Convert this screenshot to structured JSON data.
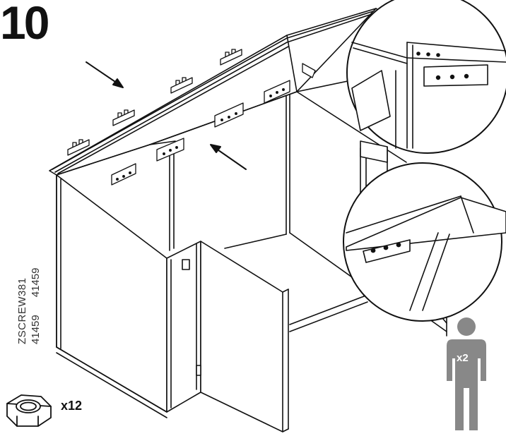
{
  "step": {
    "number": "10"
  },
  "parts": {
    "screw_code": "ZSCREW381",
    "part_number_1": "41459",
    "part_number_2": "41459",
    "nut_quantity": "x12"
  },
  "people": {
    "quantity": "x2"
  },
  "icons": {
    "nut": "hex-nut-icon",
    "person": "person-icon",
    "arrow": "arrow-icon",
    "bracket": "bracket-icon"
  }
}
